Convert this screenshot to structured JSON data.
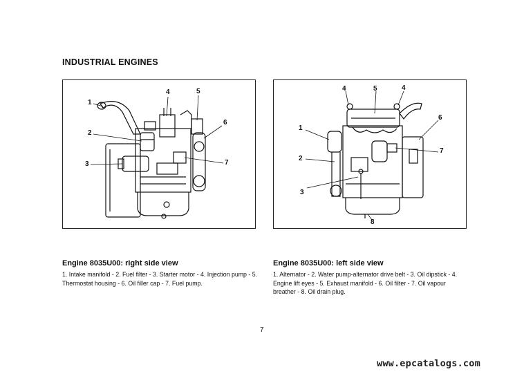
{
  "section_title": "INDUSTRIAL ENGINES",
  "left_figure": {
    "callouts": [
      "1",
      "2",
      "3",
      "4",
      "5",
      "6",
      "7"
    ],
    "caption_title": "Engine 8035U00: right side view",
    "caption_text": "1. Intake manifold - 2. Fuel filter - 3. Starter motor - 4. Injection pump - 5. Thermostat housing - 6. Oil filler cap - 7. Fuel pump."
  },
  "right_figure": {
    "callouts": [
      "1",
      "2",
      "3",
      "4",
      "5",
      "4",
      "6",
      "7",
      "8"
    ],
    "caption_title": "Engine 8035U00: left side view",
    "caption_text": "1. Alternator - 2. Water pump-alternator drive belt - 3. Oil dipstick - 4. Engine lift eyes - 5. Exhaust manifold - 6. Oil filter - 7. Oil vapour breather - 8. Oil drain plug."
  },
  "page_number": "7",
  "watermark": "www.epcatalogs.com"
}
